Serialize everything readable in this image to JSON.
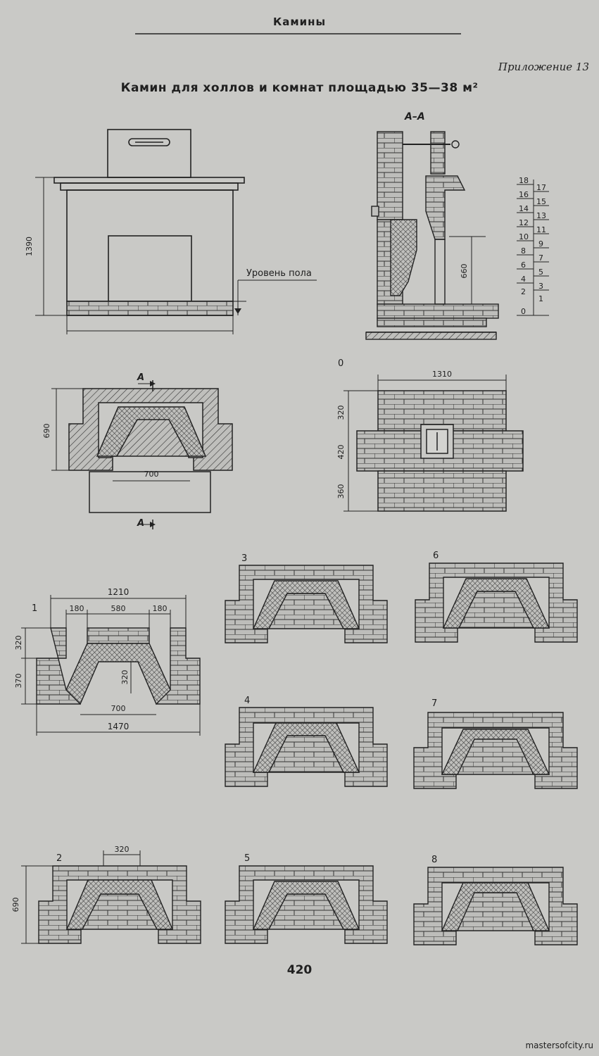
{
  "header": {
    "running_head": "Камины",
    "appendix": "Приложение 13",
    "title": "Камин для холлов и комнат площадью 35—38 м²"
  },
  "front_view": {
    "height_dim": "1390",
    "floor_label": "Уровень пола"
  },
  "section": {
    "label": "А–А",
    "dim_660": "660",
    "course_numbers": [
      "18",
      "17",
      "16",
      "15",
      "14",
      "13",
      "12",
      "11",
      "10",
      "9",
      "8",
      "7",
      "6",
      "5",
      "4",
      "3",
      "2",
      "1",
      "0"
    ]
  },
  "plan": {
    "cut_label_top": "А",
    "cut_label_bottom": "А",
    "dim_depth": "690",
    "dim_opening": "700"
  },
  "course_0": {
    "number": "0",
    "dim_width": "1310",
    "dim_320": "320",
    "dim_420": "420",
    "dim_360": "360"
  },
  "course_1": {
    "number": "1",
    "dim_1210": "1210",
    "dim_180_left": "180",
    "dim_580": "580",
    "dim_180_right": "180",
    "dim_320_left": "320",
    "dim_370": "370",
    "dim_320_inner": "320",
    "dim_700": "700",
    "dim_1470": "1470"
  },
  "course_2": {
    "number": "2",
    "dim_320": "320",
    "dim_690": "690"
  },
  "course_3": {
    "number": "3"
  },
  "course_4": {
    "number": "4"
  },
  "course_5": {
    "number": "5"
  },
  "course_6": {
    "number": "6"
  },
  "course_7": {
    "number": "7"
  },
  "course_8": {
    "number": "8"
  },
  "footer": {
    "page_number": "420",
    "watermark": "mastersofcity.ru"
  }
}
